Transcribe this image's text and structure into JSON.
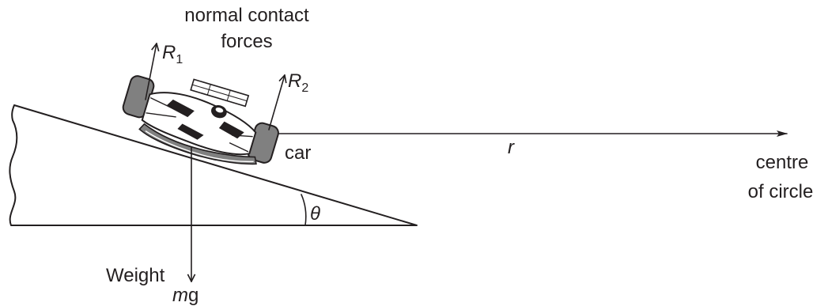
{
  "labels": {
    "normal_forces_line1": "normal contact",
    "normal_forces_line2": "forces",
    "r1_symbol": "R",
    "r1_subscript": "1",
    "r2_symbol": "R",
    "r2_subscript": "2",
    "car": "car",
    "radius": "r",
    "centre_line1": "centre",
    "centre_line2": "of circle",
    "angle": "θ",
    "weight": "Weight",
    "mg_m": "m",
    "mg_g": "g"
  }
}
